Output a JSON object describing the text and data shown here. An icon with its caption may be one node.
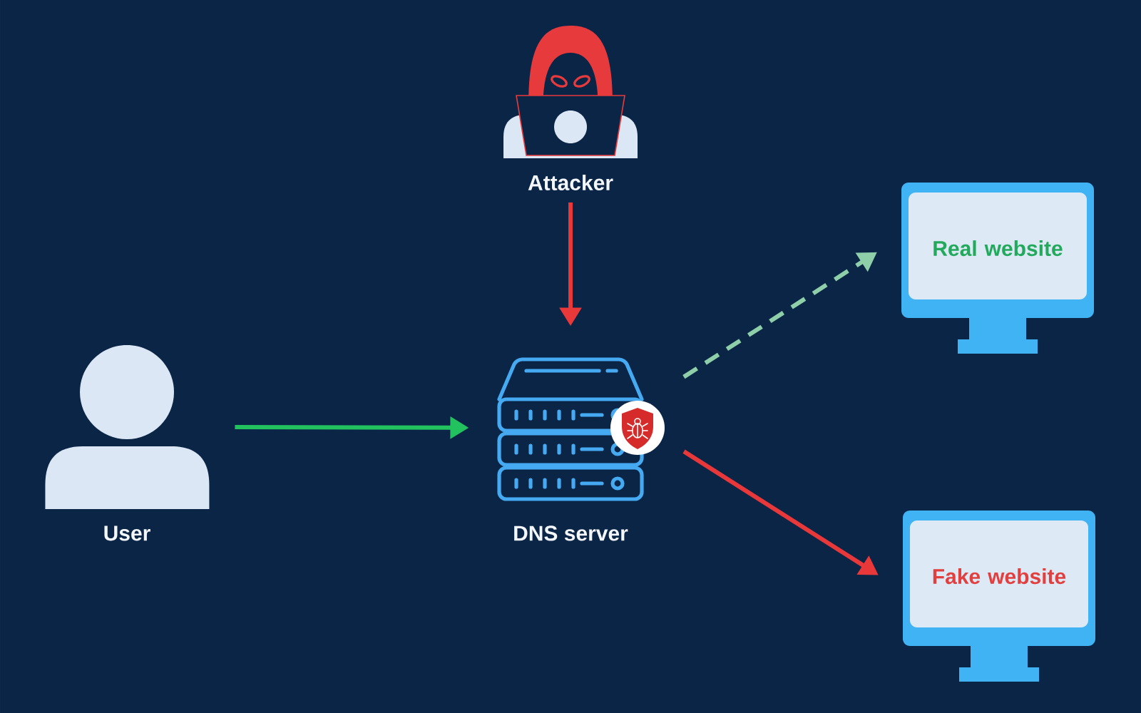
{
  "diagram": {
    "nodes": [
      {
        "text": [
          "Attacker"
        ]
      },
      {
        "text": [
          "User"
        ]
      },
      {
        "text": [
          "DNS server"
        ]
      },
      {
        "text": [
          "Real website"
        ]
      },
      {
        "text": [
          "Fake website"
        ]
      }
    ],
    "edges": [
      {
        "from": 0,
        "to": 2,
        "arrow": "to"
      },
      {
        "from": 1,
        "to": 2,
        "arrow": "to",
        "color": "#22c35e"
      },
      {
        "from": 2,
        "to": 3,
        "arrow": "to",
        "style": "dashed",
        "color": "#8ecfa9"
      },
      {
        "from": 2,
        "to": 4,
        "arrow": "to"
      }
    ]
  }
}
